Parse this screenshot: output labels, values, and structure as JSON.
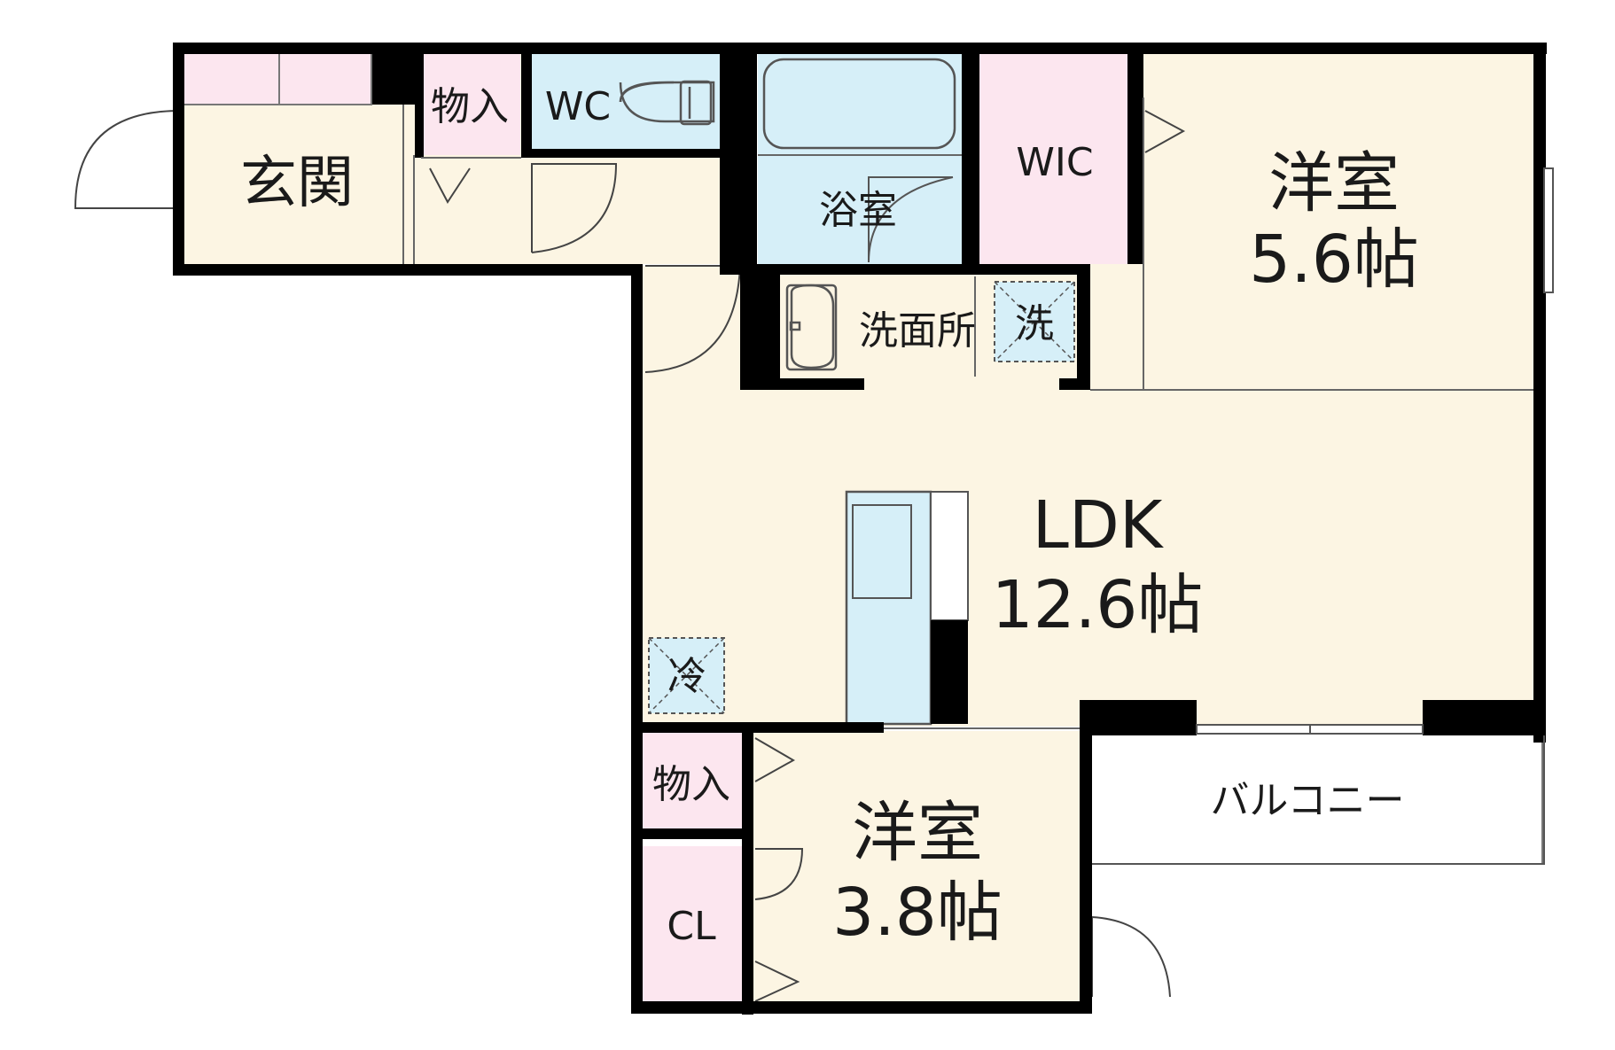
{
  "floor_plan": {
    "rooms": {
      "genkan": {
        "label": "玄関"
      },
      "storage_top": {
        "label": "物入"
      },
      "wc": {
        "label": "WC"
      },
      "bath": {
        "label": "浴室"
      },
      "wic": {
        "label": "WIC"
      },
      "western_room_1": {
        "label": "洋室",
        "size": "5.6帖"
      },
      "washroom": {
        "label": "洗面所"
      },
      "washer": {
        "label": "洗"
      },
      "ldk": {
        "label": "LDK",
        "size": "12.6帖"
      },
      "fridge": {
        "label": "冷"
      },
      "storage_bottom": {
        "label": "物入"
      },
      "closet": {
        "label": "CL"
      },
      "western_room_2": {
        "label": "洋室",
        "size": "3.8帖"
      },
      "balcony": {
        "label": "バルコニー"
      }
    },
    "colors": {
      "wall": "#000000",
      "floor_beige": "#fcf5e3",
      "storage_pink": "#fce6ef",
      "water_blue": "#d6eff8",
      "outline": "#555555"
    }
  }
}
